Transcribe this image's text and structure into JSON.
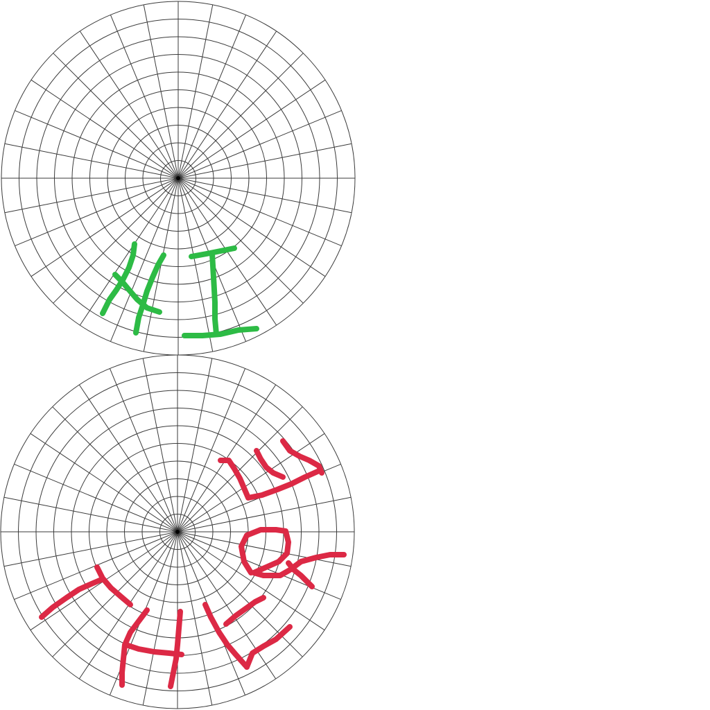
{
  "canvas": {
    "background": "#ffffff",
    "grid_color": "#3a3a3a"
  },
  "grids": [
    {
      "name": "top-polar-grid",
      "rings": 10,
      "spokes": 32
    },
    {
      "name": "bottom-polar-grid",
      "rings": 10,
      "spokes": 32
    }
  ],
  "drawings": [
    {
      "name": "handwritten-hi",
      "text": "HI",
      "color": "#2dbb45"
    },
    {
      "name": "handwritten-there",
      "text": "THERE",
      "color": "#dc2945"
    }
  ]
}
